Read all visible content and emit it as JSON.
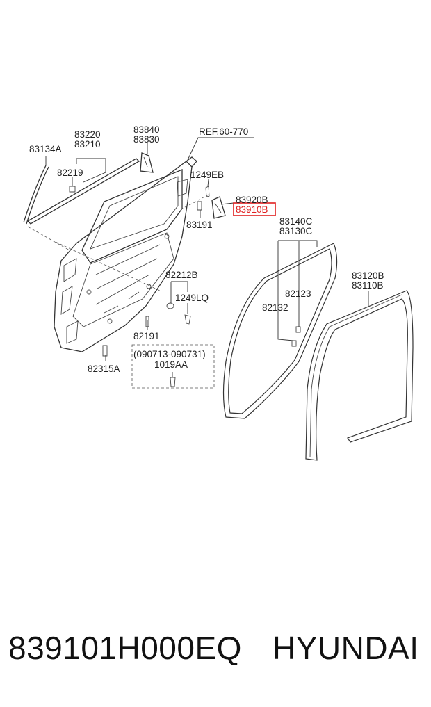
{
  "diagram": {
    "ref_label": "REF.60-770",
    "highlight_color": "#e02020",
    "callouts": {
      "c83134A": "83134A",
      "c83220": "83220",
      "c83210": "83210",
      "c82219": "82219",
      "c83840": "83840",
      "c83830": "83830",
      "c1249EB": "1249EB",
      "c83191": "83191",
      "c83920B": "83920B",
      "c83910B": "83910B",
      "c83140C": "83140C",
      "c83130C": "83130C",
      "c82123": "82123",
      "c82132": "82132",
      "c83120B": "83120B",
      "c83110B": "83110B",
      "c82212B": "82212B",
      "c1249LQ": "1249LQ",
      "c82191": "82191",
      "c82315A": "82315A",
      "c_range": "(090713-090731)",
      "c1019AA": "1019AA"
    }
  },
  "footer": {
    "part_number": "839101H000EQ",
    "brand": "HYUNDAI"
  }
}
